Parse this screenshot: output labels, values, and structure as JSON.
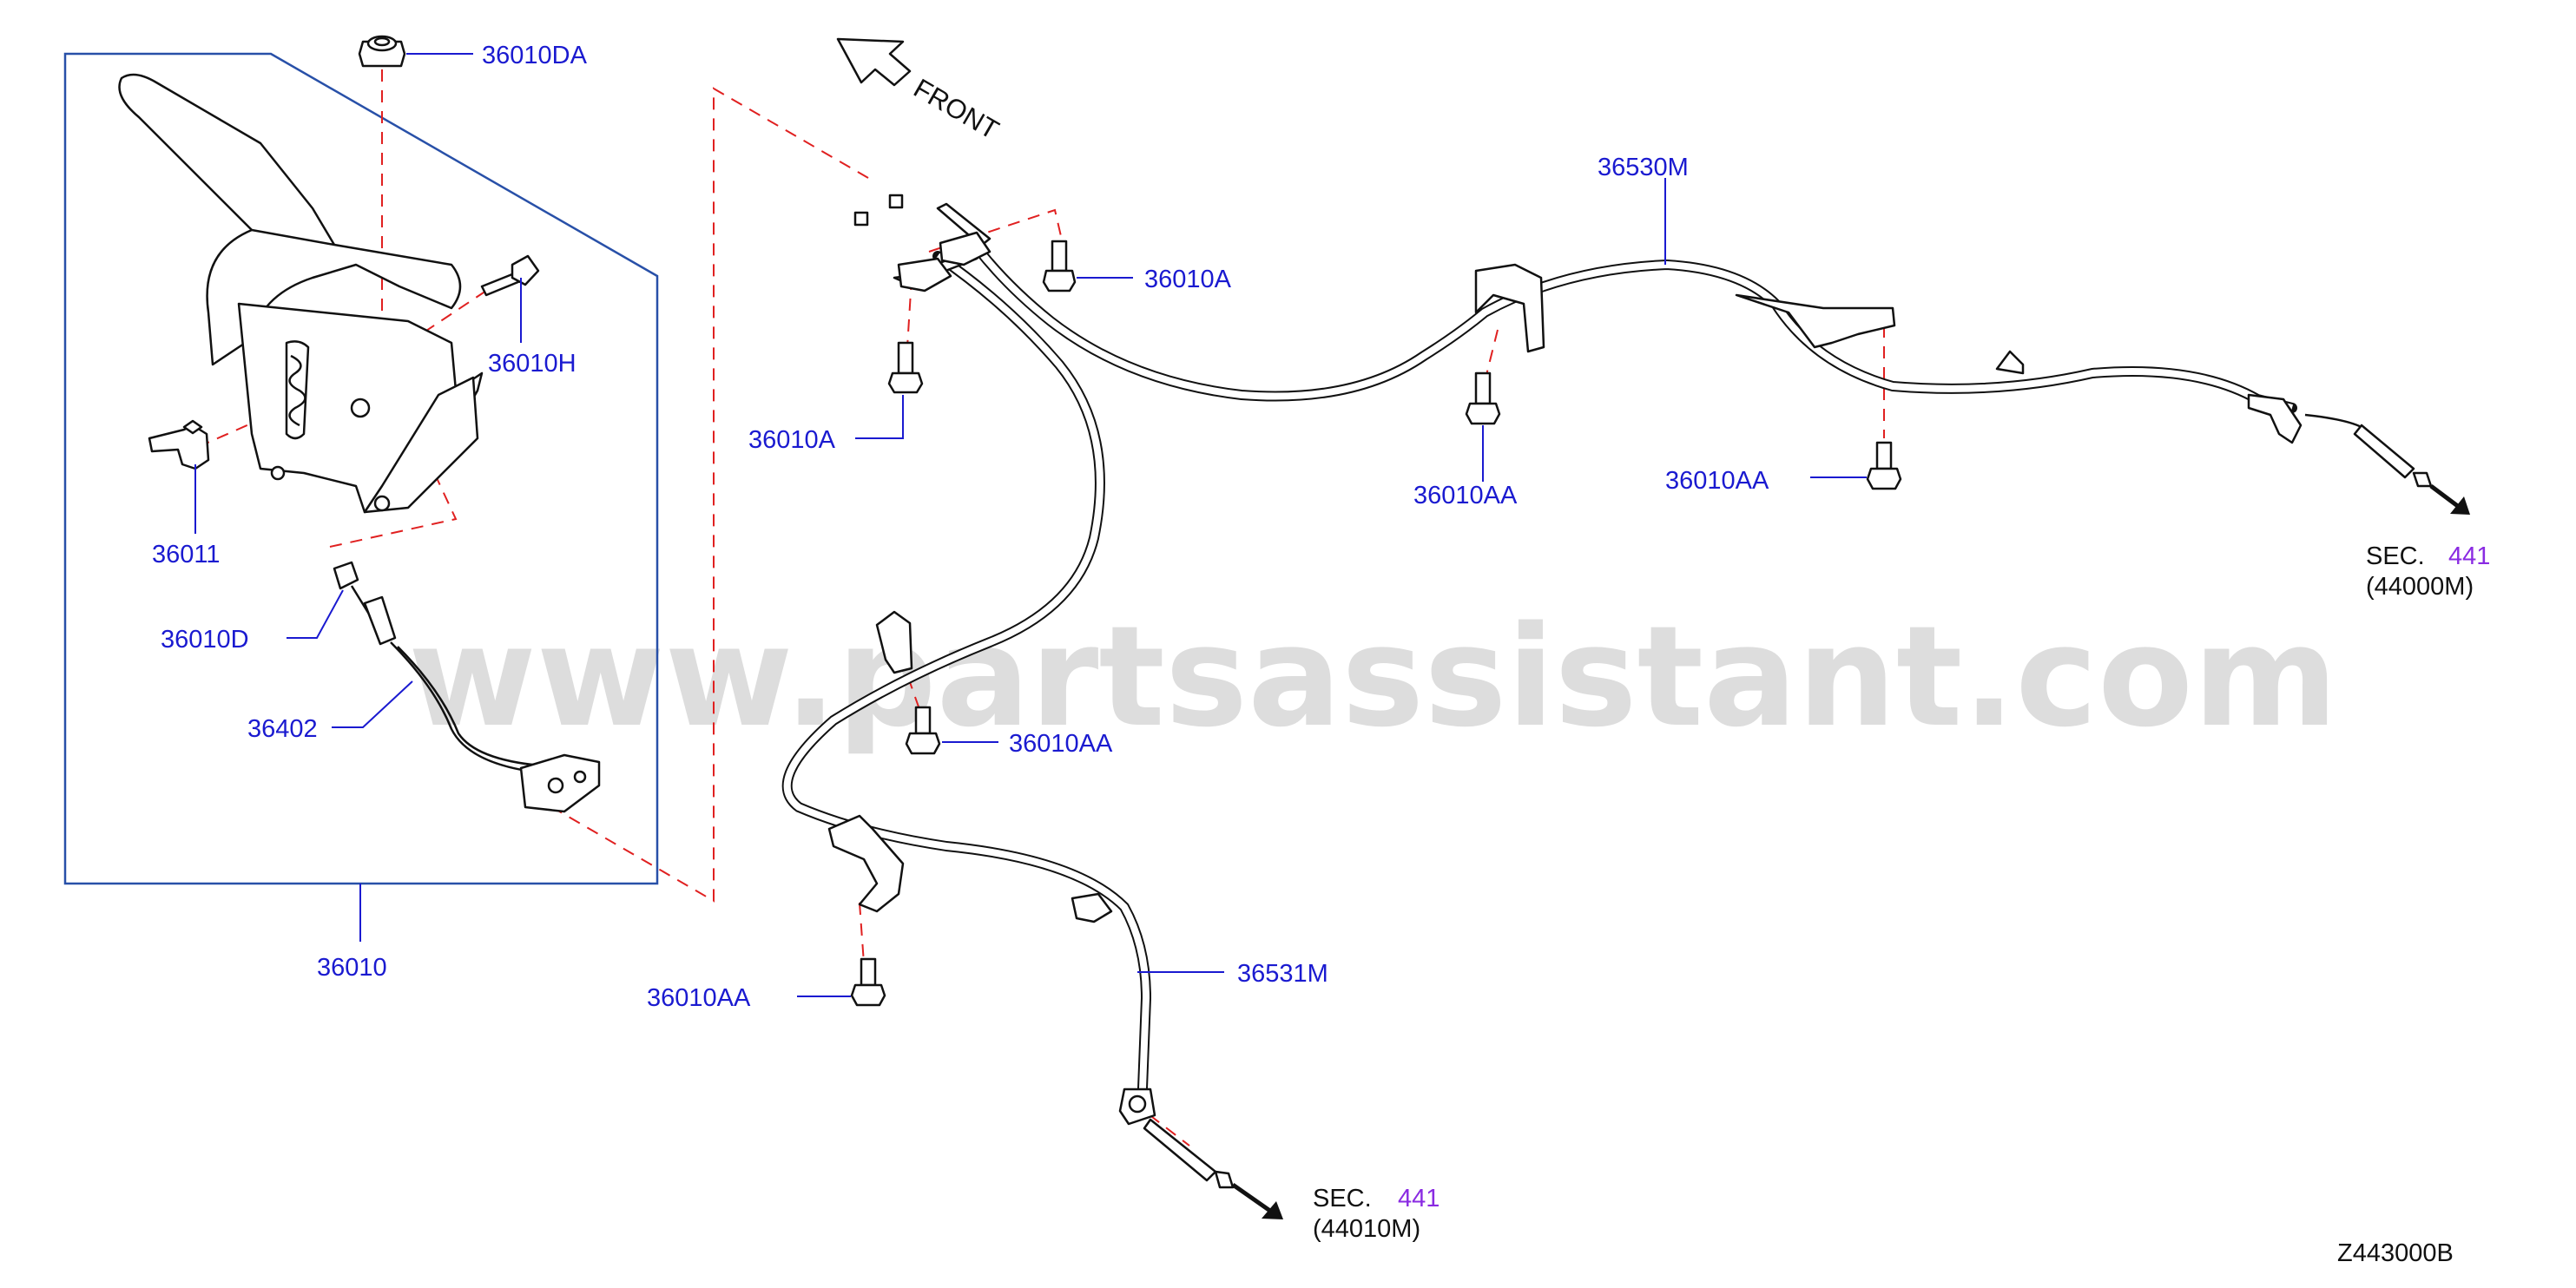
{
  "labels": {
    "l_36010DA": "36010DA",
    "l_36010H": "36010H",
    "l_36011": "36011",
    "l_36010D": "36010D",
    "l_36402": "36402",
    "l_36010": "36010",
    "l_36010A_top": "36010A",
    "l_36010A_left": "36010A",
    "l_36530M": "36530M",
    "l_36010AA_mid": "36010AA",
    "l_36010AA_right": "36010AA",
    "l_36010AA_center": "36010AA",
    "l_36010AA_low": "36010AA",
    "l_36531M": "36531M"
  },
  "front": "FRONT",
  "sec_right": {
    "sec": "SEC.",
    "num": "441",
    "code": "(44000M)"
  },
  "sec_bottom": {
    "sec": "SEC.",
    "num": "441",
    "code": "(44010M)"
  },
  "diagram_code": "Z443000B",
  "watermark": "www.partsassistant.com"
}
